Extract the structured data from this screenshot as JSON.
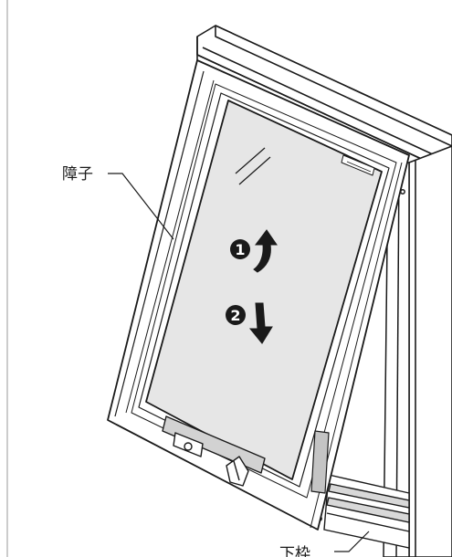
{
  "labels": {
    "sash": "障子",
    "bottom_frame": "下枠"
  },
  "steps": [
    {
      "number": "1",
      "direction": "up"
    },
    {
      "number": "2",
      "direction": "down"
    }
  ],
  "colors": {
    "line": "#1a1a1a",
    "glass": "#e6e6e6",
    "frame_face": "#ffffff",
    "frame_shade": "#d2d2d2",
    "panel_gray": "#c4c4c4"
  }
}
